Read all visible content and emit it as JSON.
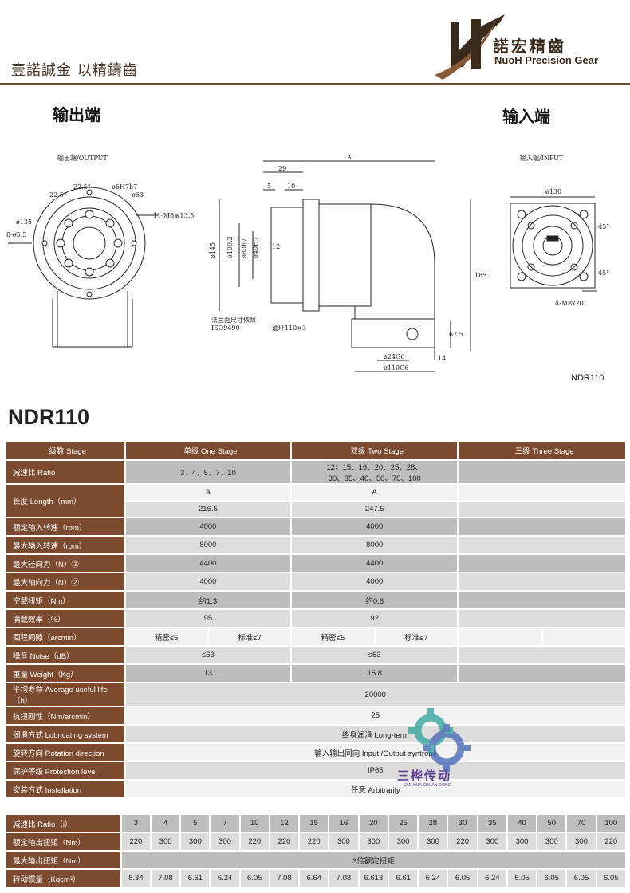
{
  "header": {
    "slogan": "壹諾誠金 以精鑄齒",
    "brand_cn": "諾宏精齒",
    "brand_en": "NuoH Precision Gear"
  },
  "sections": {
    "output_title": "输出端",
    "input_title": "输入端"
  },
  "drawings": {
    "output_caption": "输出端/OUTPUT",
    "input_caption": "输入端/INPUT",
    "model_code": "NDR110",
    "dims": {
      "d22_5_a": "22.5°",
      "d22_5_b": "22.5°",
      "d6h7": "ø6H7b7",
      "d63": "ø63",
      "d135": "ø135",
      "m6": "11-M6ж13.5",
      "d8": "8-ø5.5",
      "A": "A",
      "d29": "29",
      "d5": "5",
      "d10": "10",
      "d145": "ø145",
      "d109": "ø109.2",
      "d80": "ø80h7",
      "d40": "ø40H7",
      "d12": "12",
      "d185": "185",
      "d67": "67.5",
      "d14": "14",
      "d24": "ø24G6",
      "d110": "ø110G6",
      "note1": "法兰面尺寸依照",
      "note2": "ISO9490",
      "note3": "油环110×3",
      "d130": "ø130",
      "d45a": "45°",
      "d45b": "45°",
      "m8": "4-M8x20"
    }
  },
  "product": {
    "model_title": "NDR110"
  },
  "spec_table": {
    "header": [
      "级数 Stage",
      "单级 One Stage",
      "双级 Two Stage",
      "三级 Three Stage"
    ],
    "ratio": {
      "label": "减速比 Ratio",
      "one": "3、4、5、7、10",
      "two_l1": "12、15、16、20、25、28、",
      "two_l2": "30、35、40、50、70、100"
    },
    "length": {
      "label": "长度 Length（mm）",
      "one_a": "A",
      "two_a": "A",
      "one_v": "216.5",
      "two_v": "247.5"
    },
    "rated_speed": {
      "label": "额定输入转速（rpm）",
      "one": "4000",
      "two": "4000"
    },
    "max_speed": {
      "label": "最大输入转速（rpm）",
      "one": "8000",
      "two": "8000"
    },
    "radial": {
      "label": "最大径向力（N）②",
      "one": "4400",
      "two": "4400"
    },
    "axial": {
      "label": "最大轴向力（N）②",
      "one": "4000",
      "two": "4000"
    },
    "noload": {
      "label": "空载扭矩（Nm）",
      "one": "约1.3",
      "two": "约0.6"
    },
    "efficiency": {
      "label": "满载效率（%）",
      "one": "95",
      "two": "92"
    },
    "backlash": {
      "label": "回程间隙（arcmin）",
      "p1": "精密≤5",
      "s1": "标准≤7",
      "p2": "精密≤5",
      "s2": "标准≤7"
    },
    "noise": {
      "label": "噪音 Noise（dB）",
      "one": "≤63",
      "two": "≤63"
    },
    "weight": {
      "label": "重量 Weight（Kg）",
      "one": "13",
      "two": "15.8"
    },
    "life": {
      "label": "平均寿命 Average useful life（h）",
      "value": "20000"
    },
    "stiffness": {
      "label": "抗扭刚性（Nm/arcmin）",
      "value": "25"
    },
    "lubrication": {
      "label": "润滑方式 Lubricating system",
      "value": "终身润滑 Long-term"
    },
    "rotation": {
      "label": "旋转方向 Rotation direction",
      "value": "输入输出同向 Input /Output syntropy"
    },
    "protection": {
      "label": "保护等级 Protection level",
      "value": "IP65"
    },
    "installation": {
      "label": "安装方式 Installation",
      "value": "任意 Arbitrarily"
    }
  },
  "torque_table": {
    "ratio_label": "减速比 Ratio（i）",
    "ratios": [
      "3",
      "4",
      "5",
      "7",
      "10",
      "12",
      "15",
      "16",
      "20",
      "25",
      "28",
      "30",
      "35",
      "40",
      "50",
      "70",
      "100"
    ],
    "torque_label": "额定输出扭矩（Nm）",
    "torques": [
      "220",
      "300",
      "300",
      "300",
      "220",
      "220",
      "220",
      "300",
      "300",
      "300",
      "300",
      "220",
      "300",
      "300",
      "300",
      "300",
      "220"
    ],
    "max_torque_label": "最大输出扭矩（Nm）",
    "max_torque_value": "3倍额定扭矩",
    "inertia_label": "转动惯量（Kgcm²）",
    "inertia": [
      "8.34",
      "7.08",
      "6.61",
      "6.24",
      "6.05",
      "7.08",
      "6.64",
      "7.08",
      "6.613",
      "6.61",
      "6.24",
      "6.05",
      "6.24",
      "6.05",
      "6.05",
      "6.05",
      "6.05"
    ]
  },
  "watermark": {
    "text": "三桦传动",
    "sub": "SAN HUA CHUAN DONG"
  },
  "colors": {
    "header_brown": "#7b4a2f",
    "row_dark": "#bdbdbd",
    "row_light": "#dcdcdc"
  }
}
